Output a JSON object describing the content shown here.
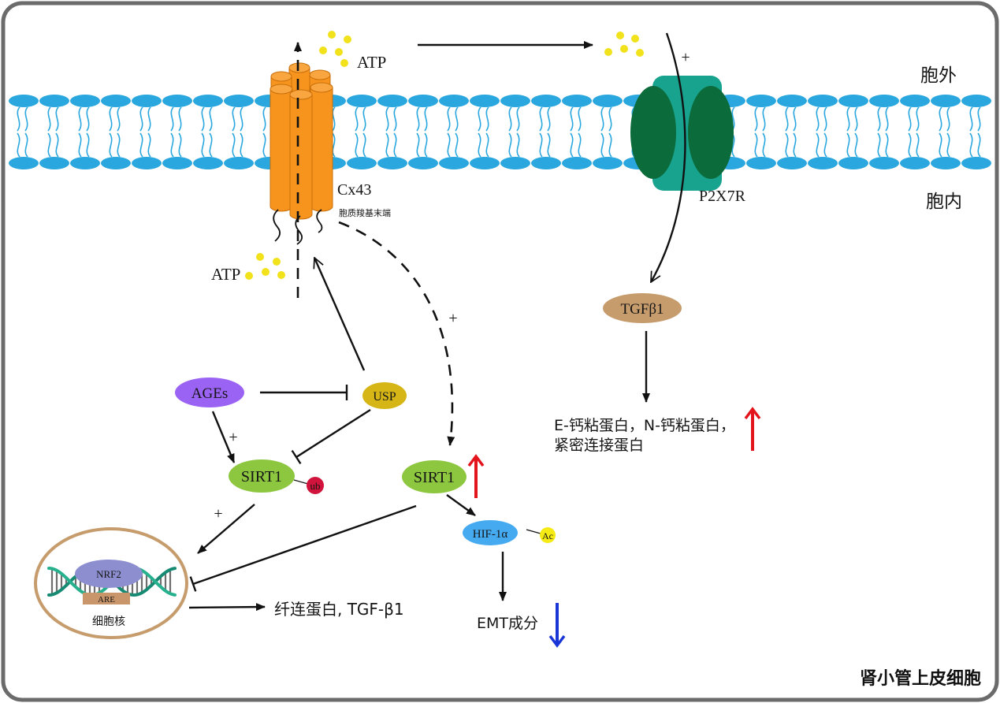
{
  "diagram": {
    "title": "肾小管上皮细胞",
    "regions": {
      "extracellular": "胞外",
      "intracellular": "胞内"
    },
    "membrane": {
      "cx43": {
        "label": "Cx43",
        "c_terminal": "胞质羧基末端"
      },
      "p2x7r": {
        "label": "P2X7R"
      }
    },
    "molecules": {
      "atp_extracellular": "ATP",
      "atp_intracellular": "ATP",
      "tgfb1": "TGFβ1",
      "ages": "AGEs",
      "usp": "USP",
      "sirt1_ubiquitinated": "SIRT1",
      "ub": "ub",
      "sirt1_upregulated": "SIRT1",
      "hif1a": "HIF-1α",
      "ac": "Ac"
    },
    "nucleus": {
      "label": "细胞核",
      "nrf2": "NRF2",
      "are": "ARE"
    },
    "outputs": {
      "adhesion_line1": "E-钙粘蛋白，N-钙粘蛋白，",
      "adhesion_line2": "紧密连接蛋白",
      "fibronectin": "纤连蛋白, TGF-β1",
      "emt": "EMT成分"
    },
    "signs": {
      "plus_p2x7r": "+",
      "plus_cx43_sirt1": "+",
      "plus_ages_sirt1": "+",
      "plus_sirt1_nucleus": "+"
    },
    "icons": {
      "adhesion_change": "red-up-arrow-icon",
      "sirt1_change": "red-up-arrow-icon",
      "emt_change": "blue-down-arrow-icon"
    },
    "colors": {
      "frame": "#6b6b6b",
      "membrane": "#2aa7de",
      "cx43": "#f7941d",
      "cx43_top": "#f9a640",
      "p2x7r_body": "#17a38e",
      "p2x7r_subunit": "#0b6b3b",
      "atp": "#f1e21b",
      "ages": "#9b63f3",
      "usp": "#d6b616",
      "sirt1": "#8dc63f",
      "ub": "#d0143b",
      "hif1a": "#45aaf0",
      "ac": "#f5ea14",
      "tgfb1": "#c69c6d",
      "nrf2": "#8c8ed0",
      "are": "#c9956b",
      "nucleus_outline": "#c69c6d",
      "dna_strand_a": "#27b08d",
      "dna_strand_b": "#178a73",
      "dna_rung": "#6e6e6e",
      "increase_arrow": "#e3141b",
      "decrease_arrow": "#1b36d6"
    }
  }
}
